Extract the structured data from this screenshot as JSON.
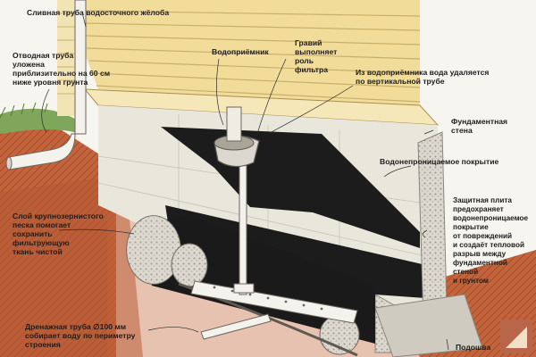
{
  "labels": {
    "downspout": "Сливная труба водосточного жёлоба",
    "outlet_pipe": "Отводная труба\nуложена\nприблизительно на 60 см\nниже уровня грунта",
    "catch_basin": "Водоприёмник",
    "gravel": "Гравий\nвыполняет\nроль\nфильтра",
    "vertical_pipe": "Из водоприёмника вода удаляется\nпо вертикальной трубе",
    "foundation_wall": "Фундаментная\nстена",
    "waterproofing": "Водонепроницаемое покрытие",
    "protective_board": "Защитная плита\nпредохраняет\nводонепроницаемое покрытие\nот повреждений\nи создаёт тепловой разрыв между\nфундаментной стеной\nи грунтом",
    "sand_layer": "Слой крупнозернистого\nпеска помогает\nсохранить\nфильтрующую\nткань чистой",
    "drain_pipe": "Дренажная труба ∅100 мм\nсобирает воду по периметру\nстроения",
    "footing": "Подошва"
  },
  "colors": {
    "siding": "#f1dc9a",
    "foundation": "#e9e6dc",
    "waterproofing": "#1c1c1c",
    "soil": "#c8633a",
    "gravel": "#d8d4cc",
    "grass": "#7fa65a"
  }
}
